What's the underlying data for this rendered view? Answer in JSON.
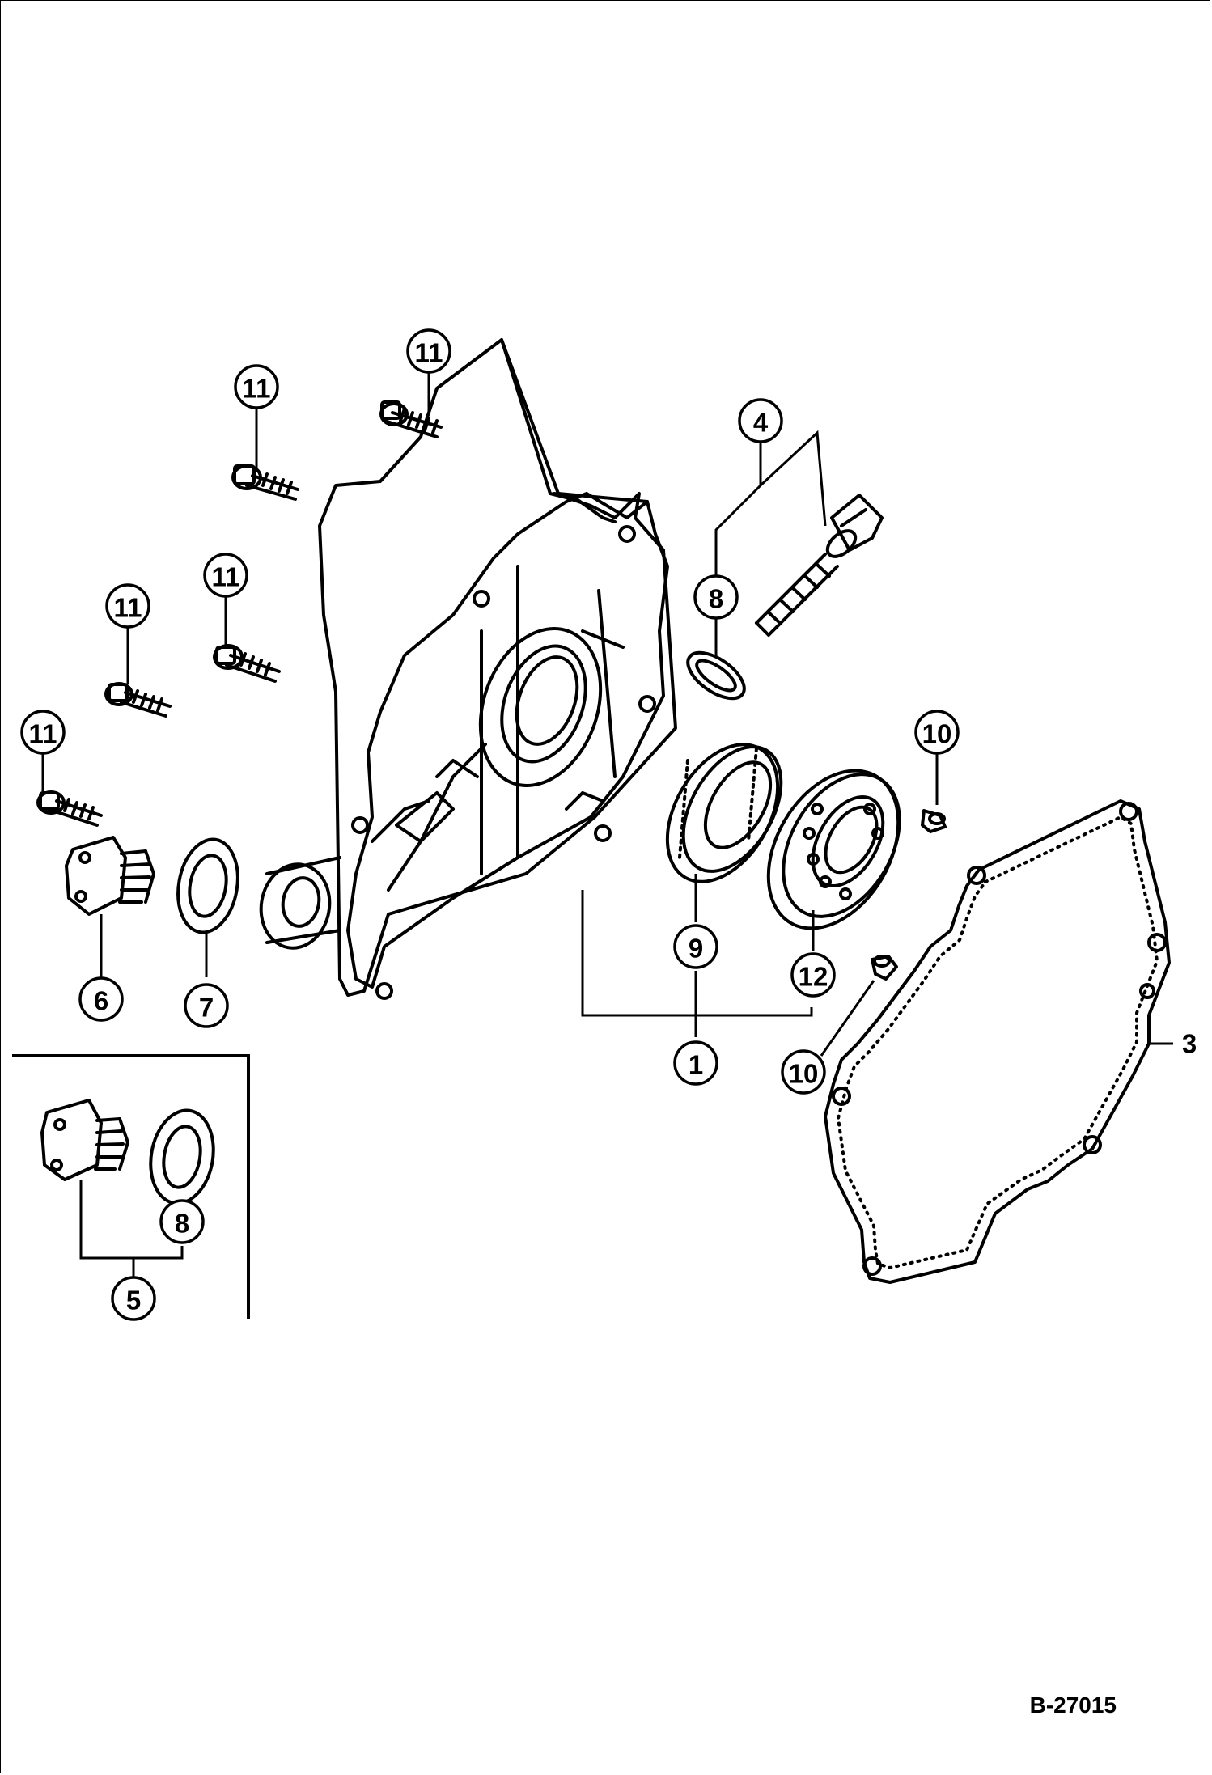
{
  "diagram": {
    "reference": "B-27015",
    "callouts": [
      {
        "id": "c1",
        "label": "1"
      },
      {
        "id": "c3",
        "label": "3"
      },
      {
        "id": "c4",
        "label": "4"
      },
      {
        "id": "c5",
        "label": "5"
      },
      {
        "id": "c6",
        "label": "6"
      },
      {
        "id": "c7",
        "label": "7"
      },
      {
        "id": "c8a",
        "label": "8"
      },
      {
        "id": "c8b",
        "label": "8"
      },
      {
        "id": "c9",
        "label": "9"
      },
      {
        "id": "c10a",
        "label": "10"
      },
      {
        "id": "c10b",
        "label": "10"
      },
      {
        "id": "c11a",
        "label": "11"
      },
      {
        "id": "c11b",
        "label": "11"
      },
      {
        "id": "c11c",
        "label": "11"
      },
      {
        "id": "c11d",
        "label": "11"
      },
      {
        "id": "c11e",
        "label": "11"
      },
      {
        "id": "c12",
        "label": "12"
      }
    ]
  }
}
